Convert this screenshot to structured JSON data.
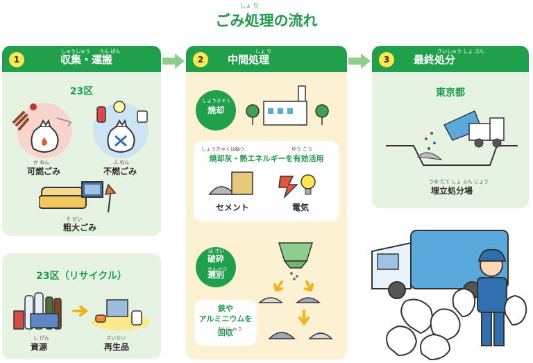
{
  "title": "ごみ処理の流れ",
  "title_ruby": "しょ り",
  "col1": {
    "number": "1",
    "heading": "収集・運搬",
    "heading_ruby_a": "しゅうしゅう",
    "heading_ruby_b": "うん ぱん",
    "area": "23区",
    "burnable": "可燃ごみ",
    "burnable_ruby": "か ねん",
    "nonburnable": "不燃ごみ",
    "nonburnable_ruby": "ふ ねん",
    "bulky": "粗大ごみ",
    "bulky_ruby": "そ だい",
    "recycle_title": "23区（リサイクル）",
    "resources": "資源",
    "resources_ruby": "し げん",
    "recycled": "再生品",
    "recycled_ruby": "さいせい"
  },
  "col2": {
    "number": "2",
    "heading": "中間処理",
    "heading_ruby": "しょ り",
    "incineration": "焼却",
    "incineration_ruby": "しょうきゃく",
    "effective_use": "焼却灰・熱エネルギーを有効活用",
    "effective_ruby_a": "しょうきゃくはい",
    "effective_ruby_b": "ねつ",
    "effective_ruby_c": "ゆう こう",
    "cement": "セメント",
    "electricity": "電気",
    "crush": "破砕",
    "crush_ruby": "は さい",
    "sort": "選別",
    "sort_ruby": "せんべつ",
    "metal_line1": "鉄や",
    "metal_line2": "アルミニウムを",
    "metal_line3": "回収",
    "metal_ruby": "かいしゅう"
  },
  "col3": {
    "number": "3",
    "heading": "最終処分",
    "heading_ruby": "さいしゅう しょ ぶん",
    "place": "東京都",
    "landfill": "埋立処分場",
    "landfill_ruby": "うめ たて しょ ぶん じょう"
  },
  "colors": {
    "green": "#21a04b",
    "light_green": "#e7f3e2",
    "cream": "#fdf1d4",
    "yellow": "#fde94f",
    "truck_blue": "#5aa9dd"
  }
}
